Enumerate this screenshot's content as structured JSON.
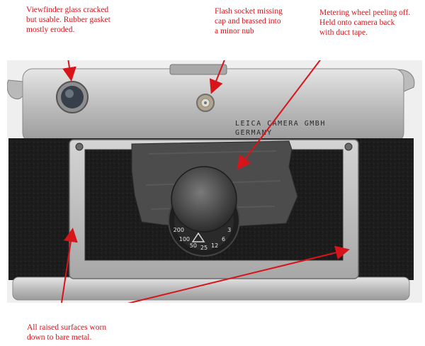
{
  "annotations": {
    "viewfinder": "Viewfinder glass cracked\nbut usable. Rubber gasket\nmostly eroded.",
    "flash": "Flash socket missing\ncap and brassed into\na minor nub",
    "metering": "Metering wheel peeling off.\nHeld onto camera back\nwith duct tape.",
    "surfaces": "All raised surfaces worn\ndown to bare metal."
  },
  "engraving": {
    "line1": "LEICA CAMERA GMBH",
    "line2": "GERMANY"
  },
  "dial_numbers": [
    "200",
    "100",
    "50",
    "25",
    "12",
    "6",
    "3"
  ],
  "colors": {
    "annotation": "#d8141b",
    "chrome": "#c4c4c4",
    "leatherette": "#1f1f1f",
    "duct_tape": "#4a4a4a"
  }
}
